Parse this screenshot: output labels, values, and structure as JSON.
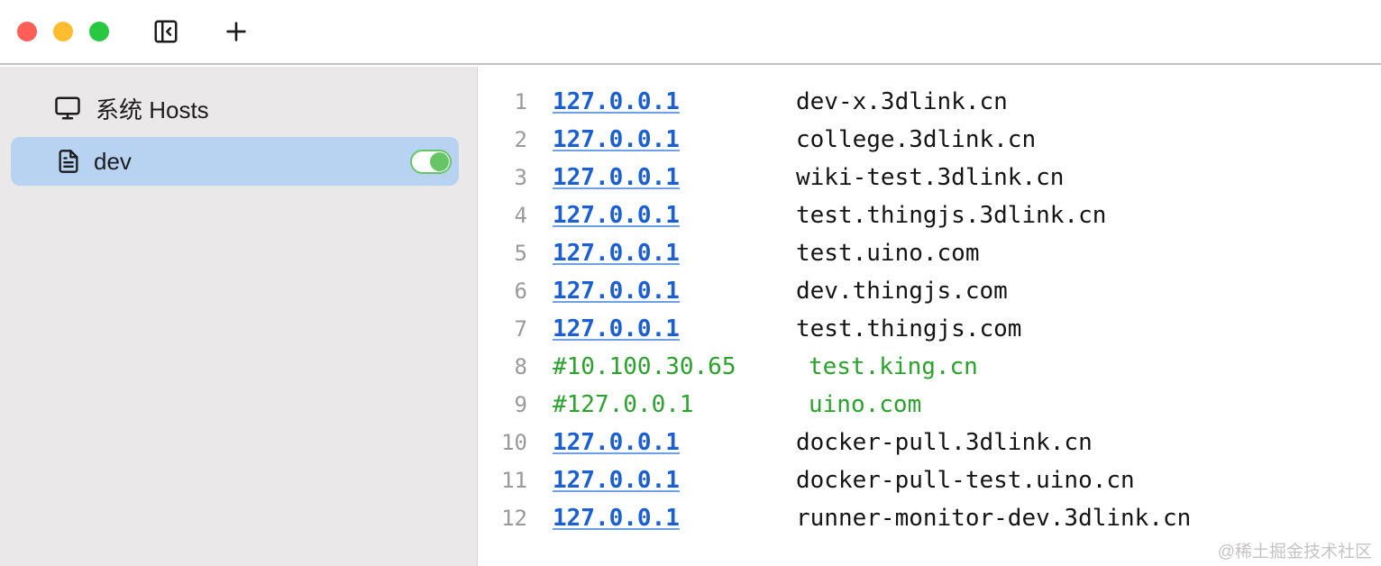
{
  "colors": {
    "titlebar_bg": "#ffffff",
    "titlebar_border": "#c2c2c2",
    "sidebar_bg": "#eae8e8",
    "sidebar_divider": "#d5d3d3",
    "selection_bg": "#b8d2f1",
    "traffic_red": "#ff5f57",
    "traffic_yellow": "#febc2e",
    "traffic_green": "#28c840",
    "icon": "#1c1c1e",
    "text_primary": "#1d1d1f",
    "gutter": "#9a9a9a",
    "ip_blue": "#1a5fd4",
    "ip_underline": "#6f9fe6",
    "host_black": "#141414",
    "comment_green": "#28a42b",
    "toggle_green": "#66c666",
    "watermark": "#c5c3c3",
    "editor_bg": "#ffffff"
  },
  "titlebar": {
    "buttons": [
      "close",
      "minimize",
      "zoom"
    ],
    "icons": [
      "panel-left-collapse",
      "plus"
    ]
  },
  "sidebar": {
    "items": [
      {
        "label": "系统 Hosts",
        "icon": "monitor",
        "selected": false
      },
      {
        "label": "dev",
        "icon": "file-text",
        "selected": true,
        "toggle": "on"
      }
    ]
  },
  "editor": {
    "lines": [
      {
        "number": 1,
        "ip": "127.0.0.1",
        "host": "dev-x.3dlink.cn",
        "comment": false
      },
      {
        "number": 2,
        "ip": "127.0.0.1",
        "host": "college.3dlink.cn",
        "comment": false
      },
      {
        "number": 3,
        "ip": "127.0.0.1",
        "host": "wiki-test.3dlink.cn",
        "comment": false
      },
      {
        "number": 4,
        "ip": "127.0.0.1",
        "host": "test.thingjs.3dlink.cn",
        "comment": false
      },
      {
        "number": 5,
        "ip": "127.0.0.1",
        "host": "test.uino.com",
        "comment": false
      },
      {
        "number": 6,
        "ip": "127.0.0.1",
        "host": "dev.thingjs.com",
        "comment": false
      },
      {
        "number": 7,
        "ip": "127.0.0.1",
        "host": "test.thingjs.com",
        "comment": false
      },
      {
        "number": 8,
        "ip": "#10.100.30.65",
        "host": "test.king.cn",
        "comment": true
      },
      {
        "number": 9,
        "ip": "#127.0.0.1",
        "host": "uino.com",
        "comment": true
      },
      {
        "number": 10,
        "ip": "127.0.0.1",
        "host": "docker-pull.3dlink.cn",
        "comment": false
      },
      {
        "number": 11,
        "ip": "127.0.0.1",
        "host": "docker-pull-test.uino.cn",
        "comment": false
      },
      {
        "number": 12,
        "ip": "127.0.0.1",
        "host": "runner-monitor-dev.3dlink.cn",
        "comment": false
      }
    ]
  },
  "watermark": "@稀土掘金技术社区"
}
